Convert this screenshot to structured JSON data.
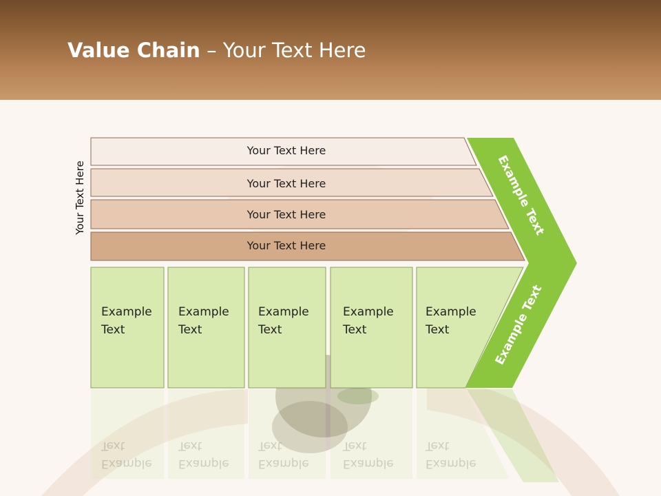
{
  "slide": {
    "title_bold": "Value Chain",
    "title_rest": " – Your Text Here",
    "side_label": "Your Text Here"
  },
  "support_bars": [
    {
      "label": "Your Text Here",
      "color": "#f6ede6"
    },
    {
      "label": "Your Text Here",
      "color": "#efdccd"
    },
    {
      "label": "Your Text Here",
      "color": "#e6c9b0"
    },
    {
      "label": "Your Text Here",
      "color": "#d4ab88"
    }
  ],
  "primary_cells": [
    {
      "line1": "Example",
      "line2": "Text"
    },
    {
      "line1": "Example",
      "line2": "Text"
    },
    {
      "line1": "Example",
      "line2": "Text"
    },
    {
      "line1": "Example",
      "line2": "Text"
    },
    {
      "line1": "Example",
      "line2": "Text"
    }
  ],
  "margin": {
    "upper_label": "Example Text",
    "lower_label": "Example Text",
    "color": "#8cc63f"
  },
  "colors": {
    "cell_fill": "#d8eab0",
    "cell_stroke": "#8aa35a",
    "bar_stroke": "#8c6c55"
  }
}
